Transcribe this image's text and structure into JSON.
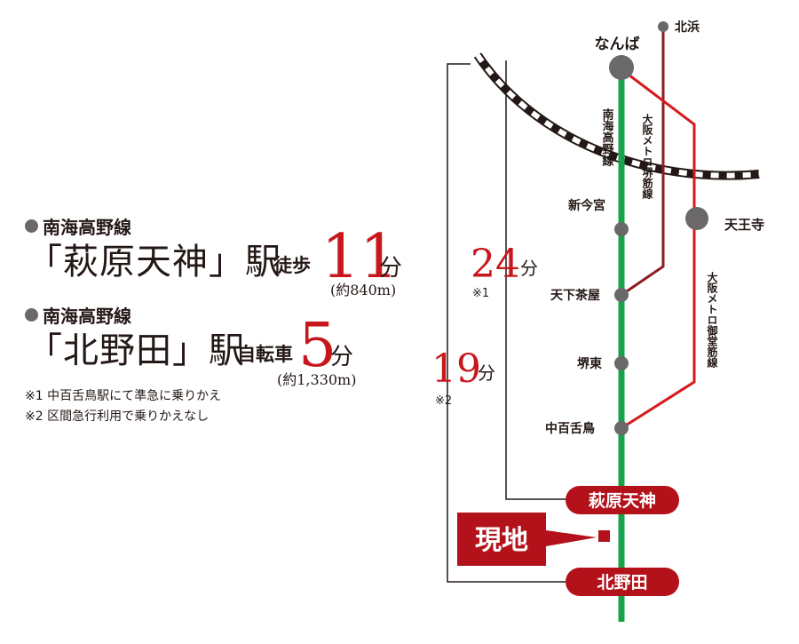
{
  "access": {
    "routes": [
      {
        "line": "南海高野線",
        "station": "「萩原天神」駅",
        "mode": "徒歩",
        "minutes": "11",
        "unit": "分",
        "distance": "(約840m)"
      },
      {
        "line": "南海高野線",
        "station": "「北野田」駅",
        "mode": "自転車",
        "minutes": "5",
        "unit": "分",
        "distance": "(約1,330m)"
      }
    ],
    "notes": [
      "※1 中百舌鳥駅にて準急に乗りかえ",
      "※2 区間急行利用で乗りかえなし"
    ]
  },
  "map": {
    "stations": {
      "namba": "なんば",
      "kitahama": "北浜",
      "shinimamiya": "新今宮",
      "tennoji": "天王寺",
      "tengachaya": "天下茶屋",
      "sakaihigashi": "堺東",
      "nakamozu": "中百舌鳥",
      "hagiharatenjin": "萩原天神",
      "kitanoda": "北野田"
    },
    "lines": {
      "nankai_koya": "南海高野線",
      "sakaisuji": "大阪メトロ堺筋線",
      "midosuji": "大阪メトロ御堂筋線"
    },
    "times": {
      "t1": {
        "minutes": "24",
        "unit": "分",
        "note": "※1"
      },
      "t2": {
        "minutes": "19",
        "unit": "分",
        "note": "※2"
      }
    },
    "site_label": "現地",
    "colors": {
      "nankai": "#16a34a",
      "metro": "#c8161d",
      "loop": "#231815",
      "accent": "#c8161d"
    }
  }
}
